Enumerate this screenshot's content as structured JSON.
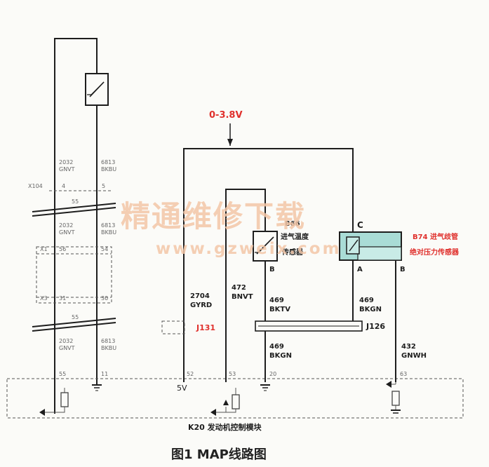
{
  "voltage_range": "0-3.8V",
  "top_sensor_wires": {
    "left_code": "2032",
    "left_color": "GNVT",
    "right_code": "6813",
    "right_color": "BKBU"
  },
  "connector_x104": {
    "name": "X104",
    "pin_left": "4",
    "pin_right": "5"
  },
  "break1_label": "55",
  "mid_wires": {
    "left_code": "2032",
    "left_color": "GNVT",
    "right_code": "6813",
    "right_color": "BKBU"
  },
  "connector_x1": {
    "name": "X1",
    "pin_left": "56",
    "pin_right": "54"
  },
  "connector_x3": {
    "name": "X3",
    "pin_left": "31",
    "pin_right": "30"
  },
  "break2_label": "55",
  "low_wires": {
    "left_code": "2032",
    "left_color": "GNVT",
    "right_code": "6813",
    "right_color": "BKBU"
  },
  "ecm_pins_left": {
    "left": "55",
    "right": "11"
  },
  "wire_2704": {
    "code": "2704",
    "color": "GYRD"
  },
  "wire_472": {
    "code": "472",
    "color": "BNVT"
  },
  "wire_469_a": {
    "code": "469",
    "color": "BKTV"
  },
  "wire_469_b": {
    "code": "469",
    "color": "BKGN"
  },
  "wire_469_c": {
    "code": "469",
    "color": "BKGN"
  },
  "wire_432": {
    "code": "432",
    "color": "GNWH"
  },
  "j131_label": "J131",
  "j126_label": "J126",
  "b66": {
    "name": "B66",
    "line1": "进气温度",
    "line2": "传感器",
    "pin_b": "B"
  },
  "b74": {
    "pin_c": "C",
    "pin_a": "A",
    "pin_b": "B",
    "label_line1": "B74 进气歧管",
    "label_line2": "绝对压力传感器"
  },
  "ecm_pins_right": {
    "p52": "52",
    "p53": "53",
    "p20": "20",
    "p63": "63"
  },
  "supply_5v": "5V",
  "module_label": "K20  发动机控制模块",
  "caption": "图1  MAP线路图",
  "watermark_cn": "精通维修下载",
  "watermark_url": "www.gzweix.com"
}
